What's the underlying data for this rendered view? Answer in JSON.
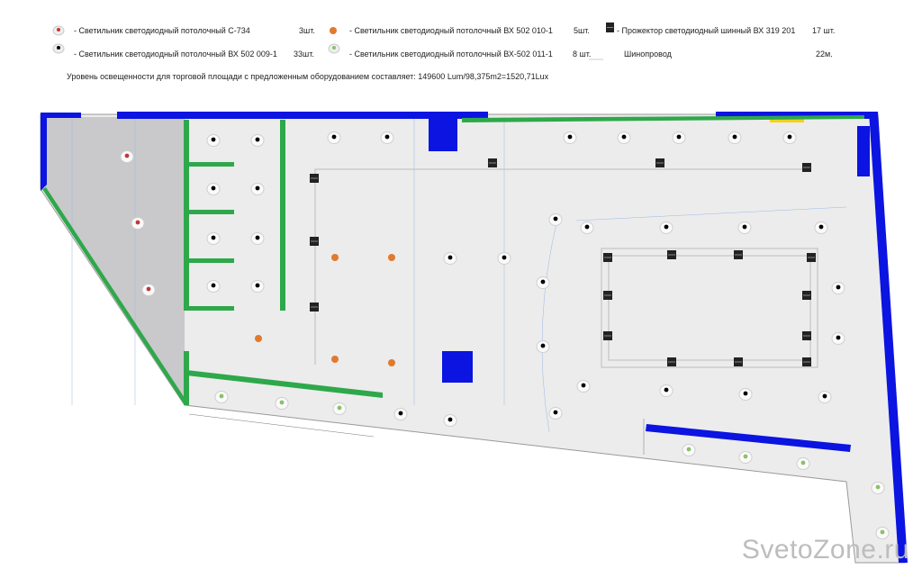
{
  "legend": {
    "items": [
      {
        "label": "- Светильник светодиодный потолочный С-734",
        "qty": "3шт.",
        "icon": "red-downlight-icon",
        "color": "#c0393b"
      },
      {
        "label": "- Светильник светодиодный потолочный ВХ 502 009-1",
        "qty": "33шт.",
        "icon": "black-downlight-icon",
        "color": "#000000"
      },
      {
        "label": "- Светильник светодиодный потолочный ВХ 502 010-1",
        "qty": "5шт.",
        "icon": "orange-downlight-icon",
        "color": "#e07a2e"
      },
      {
        "label": "- Светильник светодиодный потолочный ВХ-502 011-1",
        "qty": "8 шт.",
        "icon": "green-downlight-icon",
        "color": "#8cc06a"
      },
      {
        "label": "- Прожектор светодиодный шинный ВХ 319 201",
        "qty": "17 шт.",
        "icon": "track-spotlight-icon",
        "color": "#222222"
      },
      {
        "label": "Шинопровод",
        "qty": "22м.",
        "icon": "busbar-line-icon",
        "color": "#cccccc"
      }
    ],
    "illuminance_note": "Уровень освещенности для торговой площади с предложенным оборудованием составляет: 149600 Lum/98,375m2=1520,71Lux"
  },
  "colors": {
    "wall_blue": "#0b14e0",
    "partition_green": "#2ea84a",
    "floor": "#ececec",
    "storage_gray": "#c9c9cb",
    "accent_yellow": "#f2d21a"
  },
  "watermark": "SvetoZone.ru"
}
